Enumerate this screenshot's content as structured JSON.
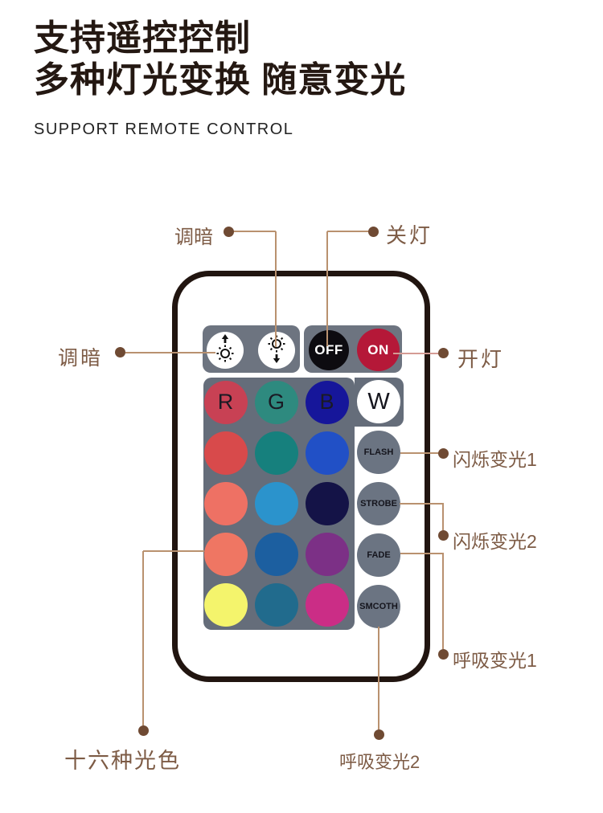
{
  "header": {
    "title_line1": "支持遥控控制",
    "title_line2": "多种灯光变换 随意变光",
    "subtitle": "SUPPORT REMOTE CONTROL"
  },
  "remote": {
    "off_label": "OFF",
    "on_label": "ON",
    "w_label": "W",
    "mode_buttons": [
      "FLASH",
      "STROBE",
      "FADE",
      "SMCOTH"
    ],
    "grid_rows": [
      [
        {
          "color": "#c84154",
          "label": "R"
        },
        {
          "color": "#2e8a7f",
          "label": "G"
        },
        {
          "color": "#16169a",
          "label": "B"
        }
      ],
      [
        {
          "color": "#d84a4b",
          "label": ""
        },
        {
          "color": "#16807d",
          "label": ""
        },
        {
          "color": "#2150c6",
          "label": ""
        }
      ],
      [
        {
          "color": "#ee7164",
          "label": ""
        },
        {
          "color": "#2b93cc",
          "label": ""
        },
        {
          "color": "#141347",
          "label": ""
        }
      ],
      [
        {
          "color": "#ef7663",
          "label": ""
        },
        {
          "color": "#1c5fa0",
          "label": ""
        },
        {
          "color": "#7c3086",
          "label": ""
        }
      ],
      [
        {
          "color": "#f4f46c",
          "label": ""
        },
        {
          "color": "#216b8d",
          "label": ""
        },
        {
          "color": "#cb2d86",
          "label": ""
        }
      ]
    ]
  },
  "annotations": {
    "dim_top": "调暗",
    "dim_left": "调暗",
    "light_off": "关灯",
    "light_on": "开灯",
    "flash_1": "闪烁变光1",
    "flash_2": "闪烁变光2",
    "breath_1": "呼吸变光1",
    "breath_2": "呼吸变光2",
    "sixteen_colors": "十六种光色"
  },
  "colors": {
    "heading": "#241812",
    "annotation_text": "#7d5b45",
    "leader_line": "#b9916f",
    "leader_dot": "#6f4a33",
    "remote_border": "#211510",
    "panel_gray": "#6d7480",
    "off_black": "#0d0b10",
    "on_red": "#b51838"
  }
}
